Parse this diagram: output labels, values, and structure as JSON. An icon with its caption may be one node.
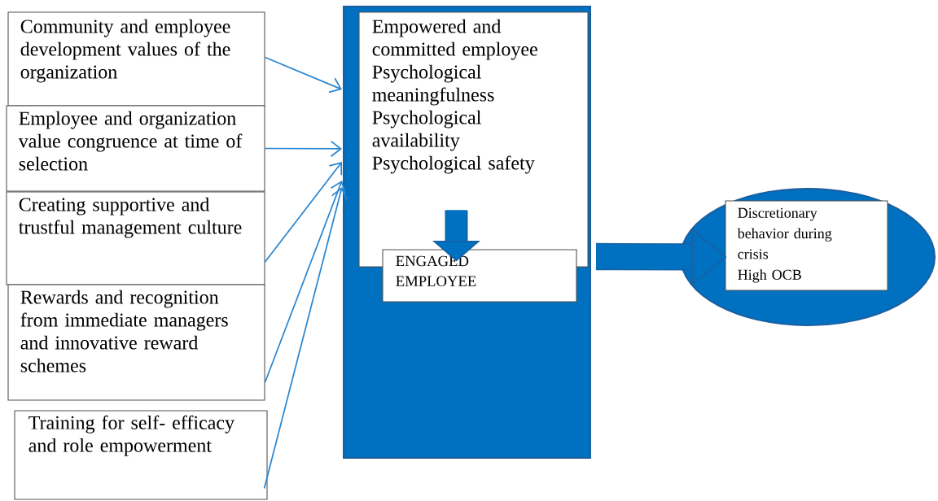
{
  "diagram": {
    "nodes": [
      {
        "text": [
          "Community and employee development values of the organization"
        ]
      },
      {
        "text": [
          "Employee and organization value congruence at time of selection"
        ]
      },
      {
        "text": [
          "Creating supportive  and trustful management culture"
        ]
      },
      {
        "text": [
          "Rewards and recognition from immediate managers and innovative reward schemes"
        ]
      },
      {
        "text": [
          "Training for self- efficacy and role empowerment"
        ]
      },
      {
        "text": [],
        "shape": "box"
      },
      {
        "text": [
          "Empowered and committed employee",
          "Psychological meaningfulness",
          "Psychological availability",
          "Psychological safety"
        ],
        "in": 5
      },
      {
        "text": [
          "ENGAGED EMPLOYEE"
        ],
        "in": 5
      },
      {
        "text": [],
        "shape": "circle"
      },
      {
        "text": [
          "Discretionary behavior during crisis",
          "High OCB"
        ],
        "in": 8
      }
    ],
    "edges": [
      {
        "from": 0,
        "to": 5,
        "arrow": "to"
      },
      {
        "from": 1,
        "to": 5,
        "arrow": "to"
      },
      {
        "from": 2,
        "to": 5,
        "arrow": "to"
      },
      {
        "from": 3,
        "to": 5,
        "arrow": "to"
      },
      {
        "from": 4,
        "to": 5,
        "arrow": "to"
      },
      {
        "from": 6,
        "to": 7,
        "arrow": "to",
        "style": "thick"
      },
      {
        "from": 5,
        "to": 9,
        "arrow": "to",
        "style": "thick"
      }
    ]
  }
}
